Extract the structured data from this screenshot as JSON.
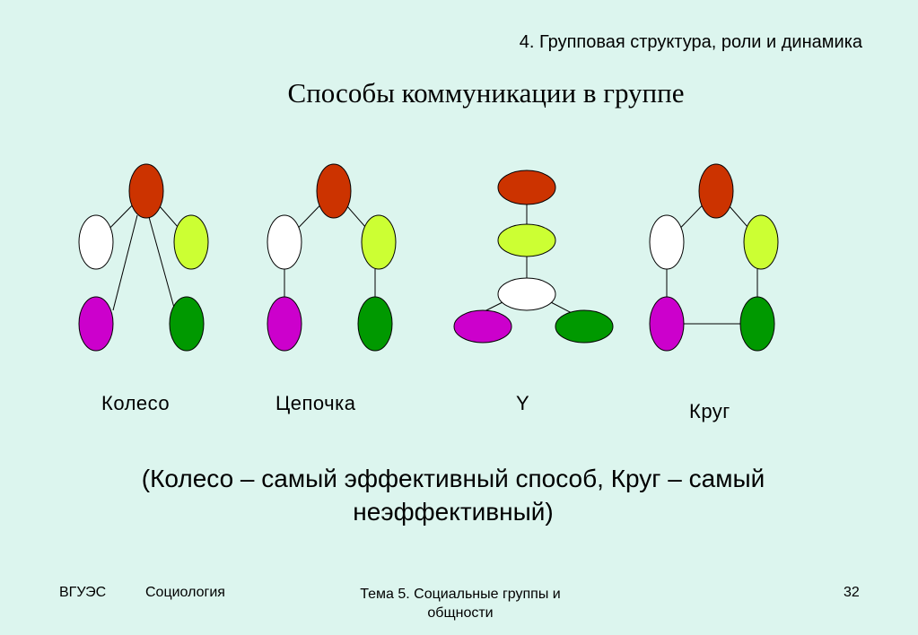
{
  "header": {
    "section": "4. Групповая структура, роли и динамика"
  },
  "title": "Способы коммуникации в группе",
  "diagrams": [
    {
      "name": "wheel",
      "label": "Колесо"
    },
    {
      "name": "chain",
      "label": "Цепочка"
    },
    {
      "name": "y",
      "label": "Y"
    },
    {
      "name": "circle",
      "label": "Круг"
    }
  ],
  "node_colors": {
    "top": "#cc3300",
    "white": "#ffffff",
    "lime": "#ccff33",
    "magenta": "#cc00cc",
    "green": "#009900"
  },
  "note": {
    "line1": "(Колесо – самый эффективный способ, Круг – самый",
    "line2": "неэффективный)"
  },
  "footer": {
    "org": "ВГУЭС",
    "course": "Социология",
    "topic_line1": "Тема 5. Социальные группы и",
    "topic_line2": "общности",
    "page": "32"
  }
}
